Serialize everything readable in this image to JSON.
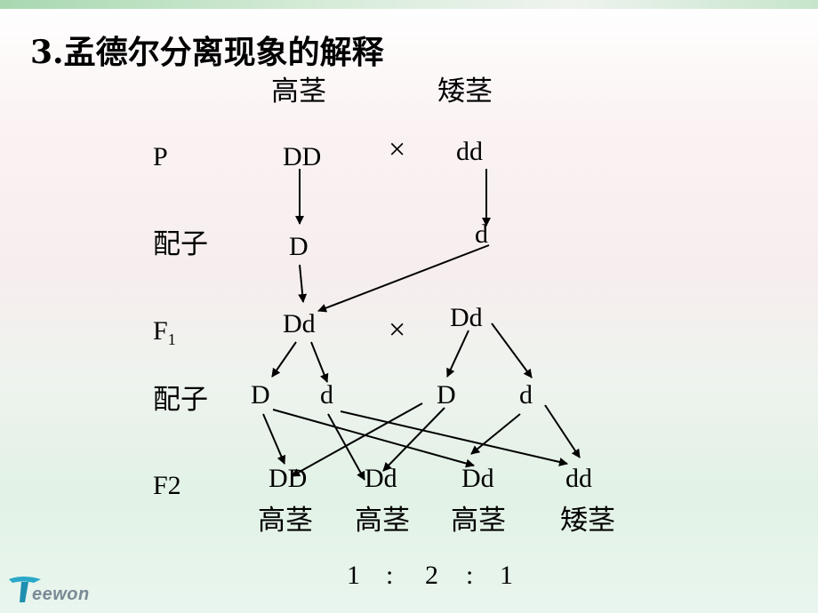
{
  "title": "3.孟德尔分离现象的解释",
  "header": {
    "tall": "高茎",
    "short": "矮茎"
  },
  "rows": {
    "p": "P",
    "gamete1": "配子",
    "f1_base": "F",
    "f1_sub": "1",
    "gamete2": "配子",
    "f2": "F2"
  },
  "p_gen": {
    "left": "DD",
    "cross": "×",
    "right": "dd"
  },
  "gametes_p": {
    "left": "D",
    "right": "d"
  },
  "f1_gen": {
    "left": "Dd",
    "cross": "×",
    "right": "Dd"
  },
  "gametes_f1": [
    "D",
    "d",
    "D",
    "d"
  ],
  "f2_genotypes": [
    "DD",
    "Dd",
    "Dd",
    "dd"
  ],
  "f2_phenotypes": [
    "高茎",
    "高茎",
    "高茎",
    "矮茎"
  ],
  "ratio": [
    "1",
    ":",
    "2",
    ":",
    "1"
  ],
  "logo": {
    "text": "eewon"
  }
}
